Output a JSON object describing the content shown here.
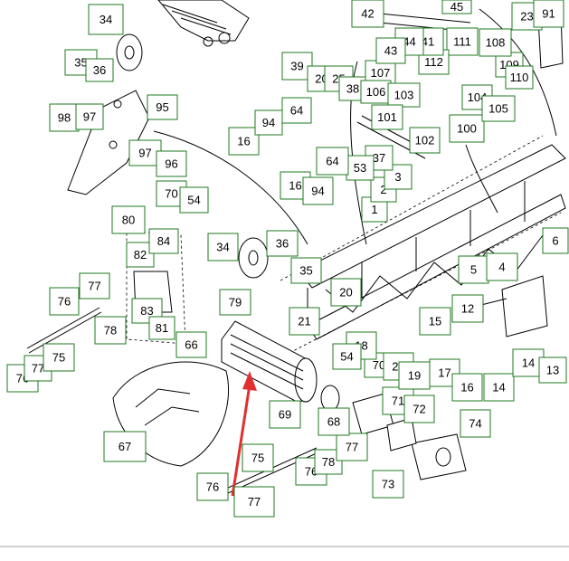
{
  "callouts": [
    "34",
    "35",
    "36",
    "98",
    "97",
    "95",
    "97",
    "96",
    "70",
    "54",
    "80",
    "82",
    "84",
    "34",
    "36",
    "35",
    "76",
    "77",
    "83",
    "78",
    "81",
    "66",
    "79",
    "76",
    "77",
    "75",
    "67",
    "69",
    "75",
    "76",
    "78",
    "77",
    "76",
    "77",
    "73",
    "74",
    "71",
    "72",
    "68",
    "70",
    "20",
    "19",
    "18",
    "54",
    "15",
    "12",
    "17",
    "16",
    "14",
    "14",
    "13",
    "6",
    "5",
    "4",
    "1",
    "2",
    "3",
    "37",
    "53",
    "64",
    "16",
    "94",
    "16",
    "94",
    "64",
    "39",
    "20",
    "25",
    "38",
    "107",
    "106",
    "103",
    "101",
    "102",
    "100",
    "104",
    "105",
    "109",
    "110",
    "108",
    "111",
    "112",
    "41",
    "44",
    "43",
    "42",
    "45",
    "23",
    "91",
    "21",
    "20"
  ],
  "colors": {
    "label_border": "#1f7a1f",
    "arrow": "#e03030",
    "line": "#000000"
  }
}
